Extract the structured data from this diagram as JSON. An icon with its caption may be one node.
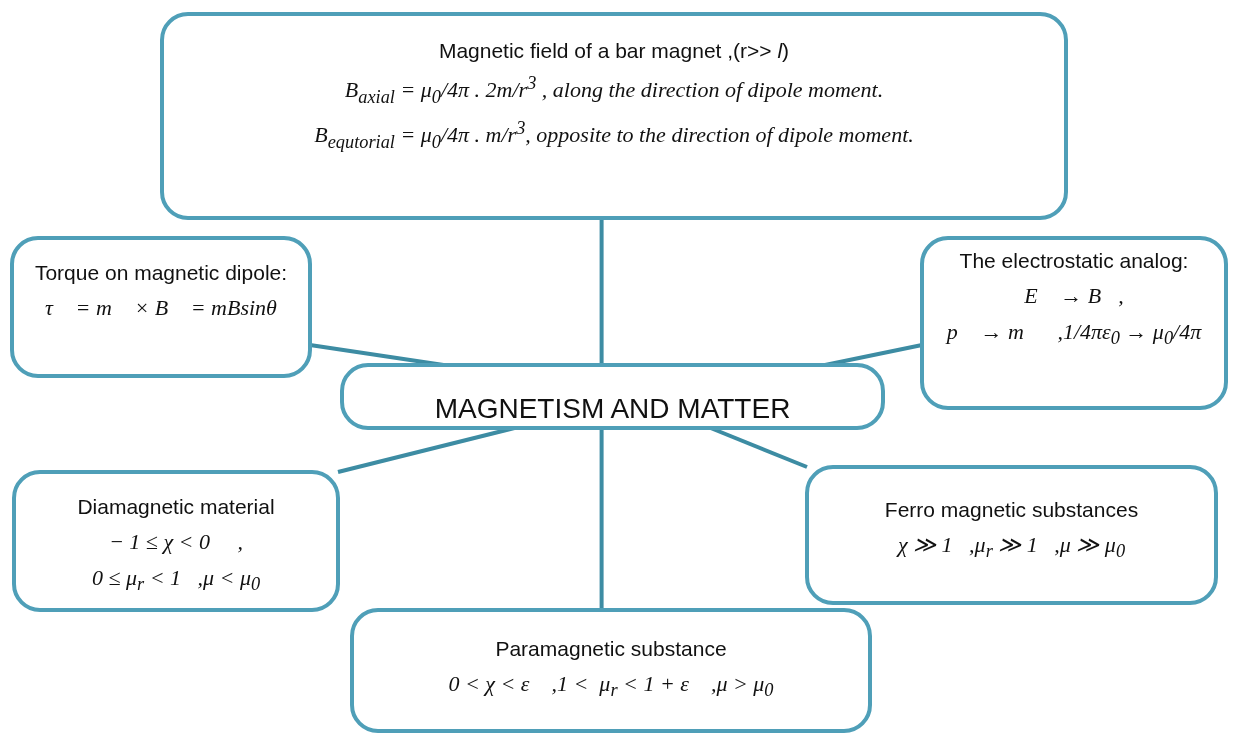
{
  "diagram": {
    "nodes": [
      {
        "text": [
          "Magnetic field of a bar magnet ,(r>> *l*)",
          "B$_{axial}$ = μ$_{0}$/4π . 2m/r$^{3}$ , along the direction of dipole moment.",
          "B$_{equtorial}$ = μ$_{0}$/4π . m/r$^{3}$, opposite to the direction of dipole moment."
        ]
      },
      {
        "text": [
          "Torque on magnetic dipole:",
          "τ⃗ = m⃗ × B⃗ = mBsinθ"
        ]
      },
      {
        "text": [
          "MAGNETISM AND MATTER"
        ]
      },
      {
        "text": [
          "The electrostatic analog:",
          "E⃗ → B⃗,",
          "p⃗ → m⃗   ,1/4πε$_{0}$ → μ$_{0}$/4π"
        ]
      },
      {
        "text": [
          "Diamagnetic material",
          "− 1 ≤ χ < 0     ,",
          "0 ≤ μ$_{r}$ < 1   ,μ < μ$_{0}$"
        ]
      },
      {
        "text": [
          "Ferro magnetic substances",
          "χ ≫ 1   ,μ$_{r}$ ≫ 1   ,μ ≫ μ$_{0}$"
        ]
      },
      {
        "text": [
          "Paramagnetic substance",
          "0 < χ < ε    ,1 <  μ$_{r}$ < 1 + ε    ,μ > μ$_{0}$"
        ]
      }
    ],
    "edges": [
      {
        "from": 2,
        "to": 0,
        "arrow": "none"
      },
      {
        "from": 2,
        "to": 1,
        "arrow": "none"
      },
      {
        "from": 2,
        "to": 3,
        "arrow": "none"
      },
      {
        "from": 2,
        "to": 4,
        "arrow": "none"
      },
      {
        "from": 2,
        "to": 6,
        "arrow": "none"
      },
      {
        "from": 2,
        "to": 5,
        "arrow": "none"
      }
    ]
  }
}
